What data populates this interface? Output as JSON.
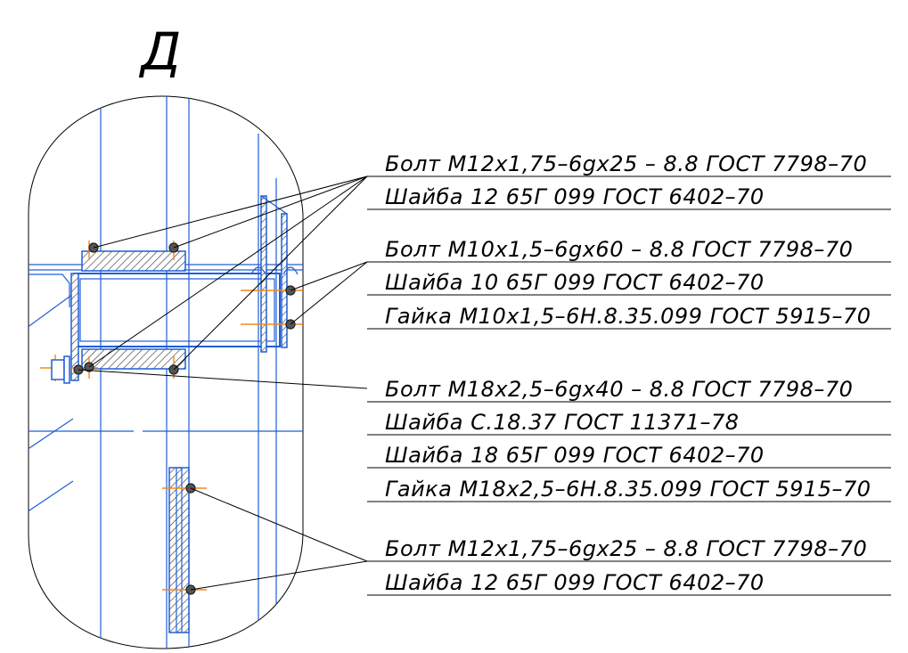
{
  "view_label": "Д",
  "callouts": [
    {
      "id": "group-1",
      "lines": [
        "Болт М12х1,75–6gх25 – 8.8 ГОСТ 7798–70",
        "Шайба 12 65Г 099 ГОСТ 6402–70"
      ]
    },
    {
      "id": "group-2",
      "lines": [
        "Болт М10х1,5–6gх60 – 8.8 ГОСТ 7798–70",
        "Шайба 10 65Г 099 ГОСТ 6402–70",
        "Гайка М10х1,5–6Н.8.35.099 ГОСТ 5915–70"
      ]
    },
    {
      "id": "group-3",
      "lines": [
        "Болт М18х2,5–6gх40 – 8.8 ГОСТ 7798–70",
        "Шайба С.18.37 ГОСТ 11371–78",
        "Шайба 18 65Г 099 ГОСТ 6402–70",
        "Гайка М18х2,5–6Н.8.35.099 ГОСТ 5915–70"
      ]
    },
    {
      "id": "group-4",
      "lines": [
        "Болт М12х1,75–6gх25 – 8.8 ГОСТ 7798–70",
        "Шайба 12 65Г 099 ГОСТ 6402–70"
      ]
    }
  ],
  "colors": {
    "geometry": "#1f5fd6",
    "center_lines": "#f08a1c",
    "outline": "#000000"
  }
}
